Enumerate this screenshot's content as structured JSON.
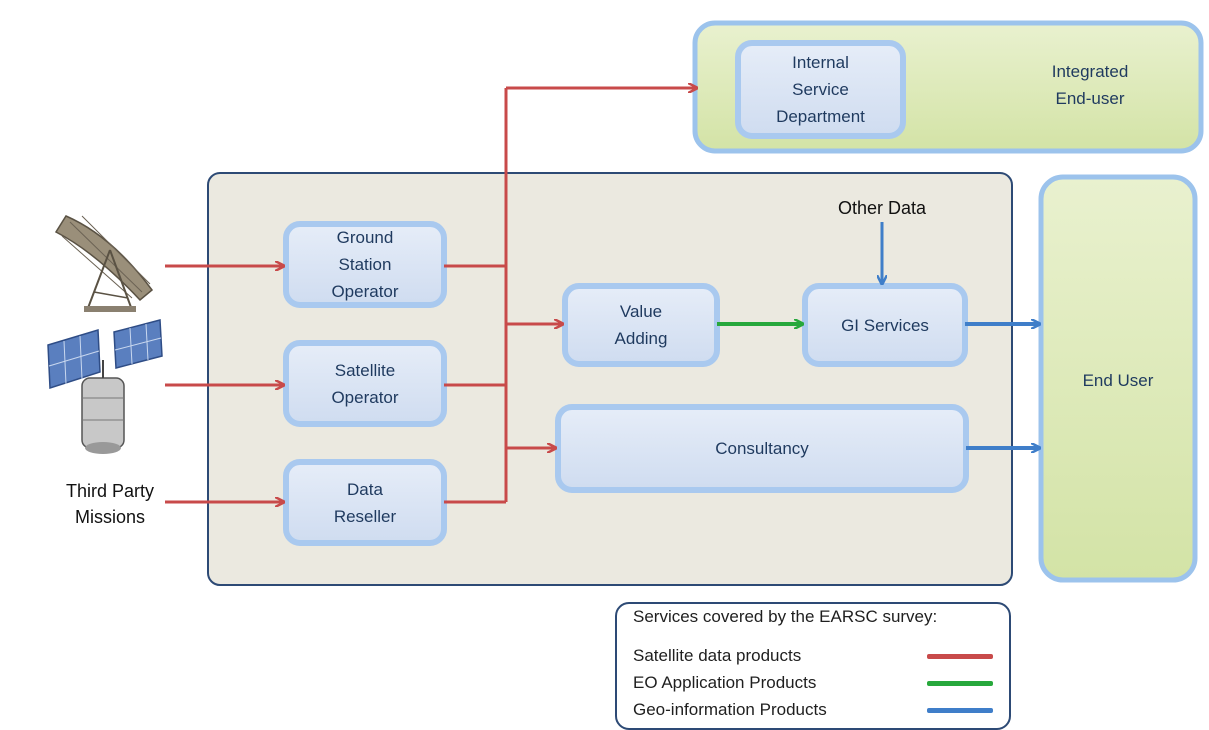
{
  "nodes": {
    "ground_station": "Ground\nStation\nOperator",
    "satellite_operator": "Satellite\nOperator",
    "data_reseller": "Data\nReseller",
    "value_adding": "Value\nAdding",
    "gi_services": "GI Services",
    "consultancy": "Consultancy",
    "internal_service": "Internal\nService\nDepartment",
    "integrated_end_user": "Integrated\nEnd-user",
    "end_user": "End User",
    "other_data": "Other Data",
    "third_party": "Third Party\nMissions"
  },
  "icons": {
    "antenna": "satellite-dish-icon",
    "satellite": "satellite-icon"
  },
  "legend": {
    "title": "Services covered by the EARSC survey:",
    "items": [
      {
        "label": "Satellite data products",
        "color": "#c84a4a"
      },
      {
        "label": "EO Application Products",
        "color": "#27a83c"
      },
      {
        "label": "Geo-information Products",
        "color": "#3f7ec9"
      }
    ]
  },
  "colors": {
    "red": "#c84a4a",
    "green": "#27a83c",
    "blue": "#3f7ec9",
    "panel": "#ebe9e0",
    "panel_border": "#2d4a75",
    "node_fill": "#dfe8f6",
    "node_glow": "#a9c9ef",
    "green_fill": "#dfeabd",
    "green_border": "#b9d27d"
  }
}
